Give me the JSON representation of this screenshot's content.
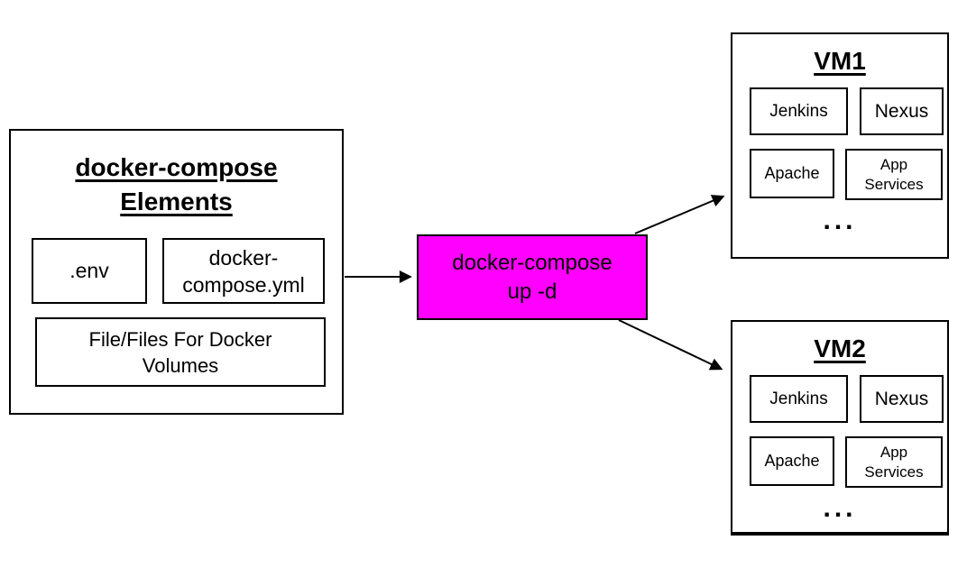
{
  "canvas": {
    "background_color": "#ffffff",
    "line_color": "#000000"
  },
  "elements_box": {
    "title_line1": "docker-compose",
    "title_line2": "Elements",
    "env_label": ".env",
    "yml_line1": "docker-",
    "yml_line2": "compose.yml",
    "files_line1": "File/Files For Docker",
    "files_line2": "Volumes"
  },
  "command_box": {
    "line1": "docker-compose",
    "line2": "up -d",
    "fill_color": "#ff00ff"
  },
  "vm1": {
    "title": "VM1",
    "services": [
      "Jenkins",
      "Nexus",
      "Apache",
      "App Services"
    ],
    "ellipsis": "..."
  },
  "vm2": {
    "title": "VM2",
    "services": [
      "Jenkins",
      "Nexus",
      "Apache",
      "App Services"
    ],
    "ellipsis": "..."
  }
}
